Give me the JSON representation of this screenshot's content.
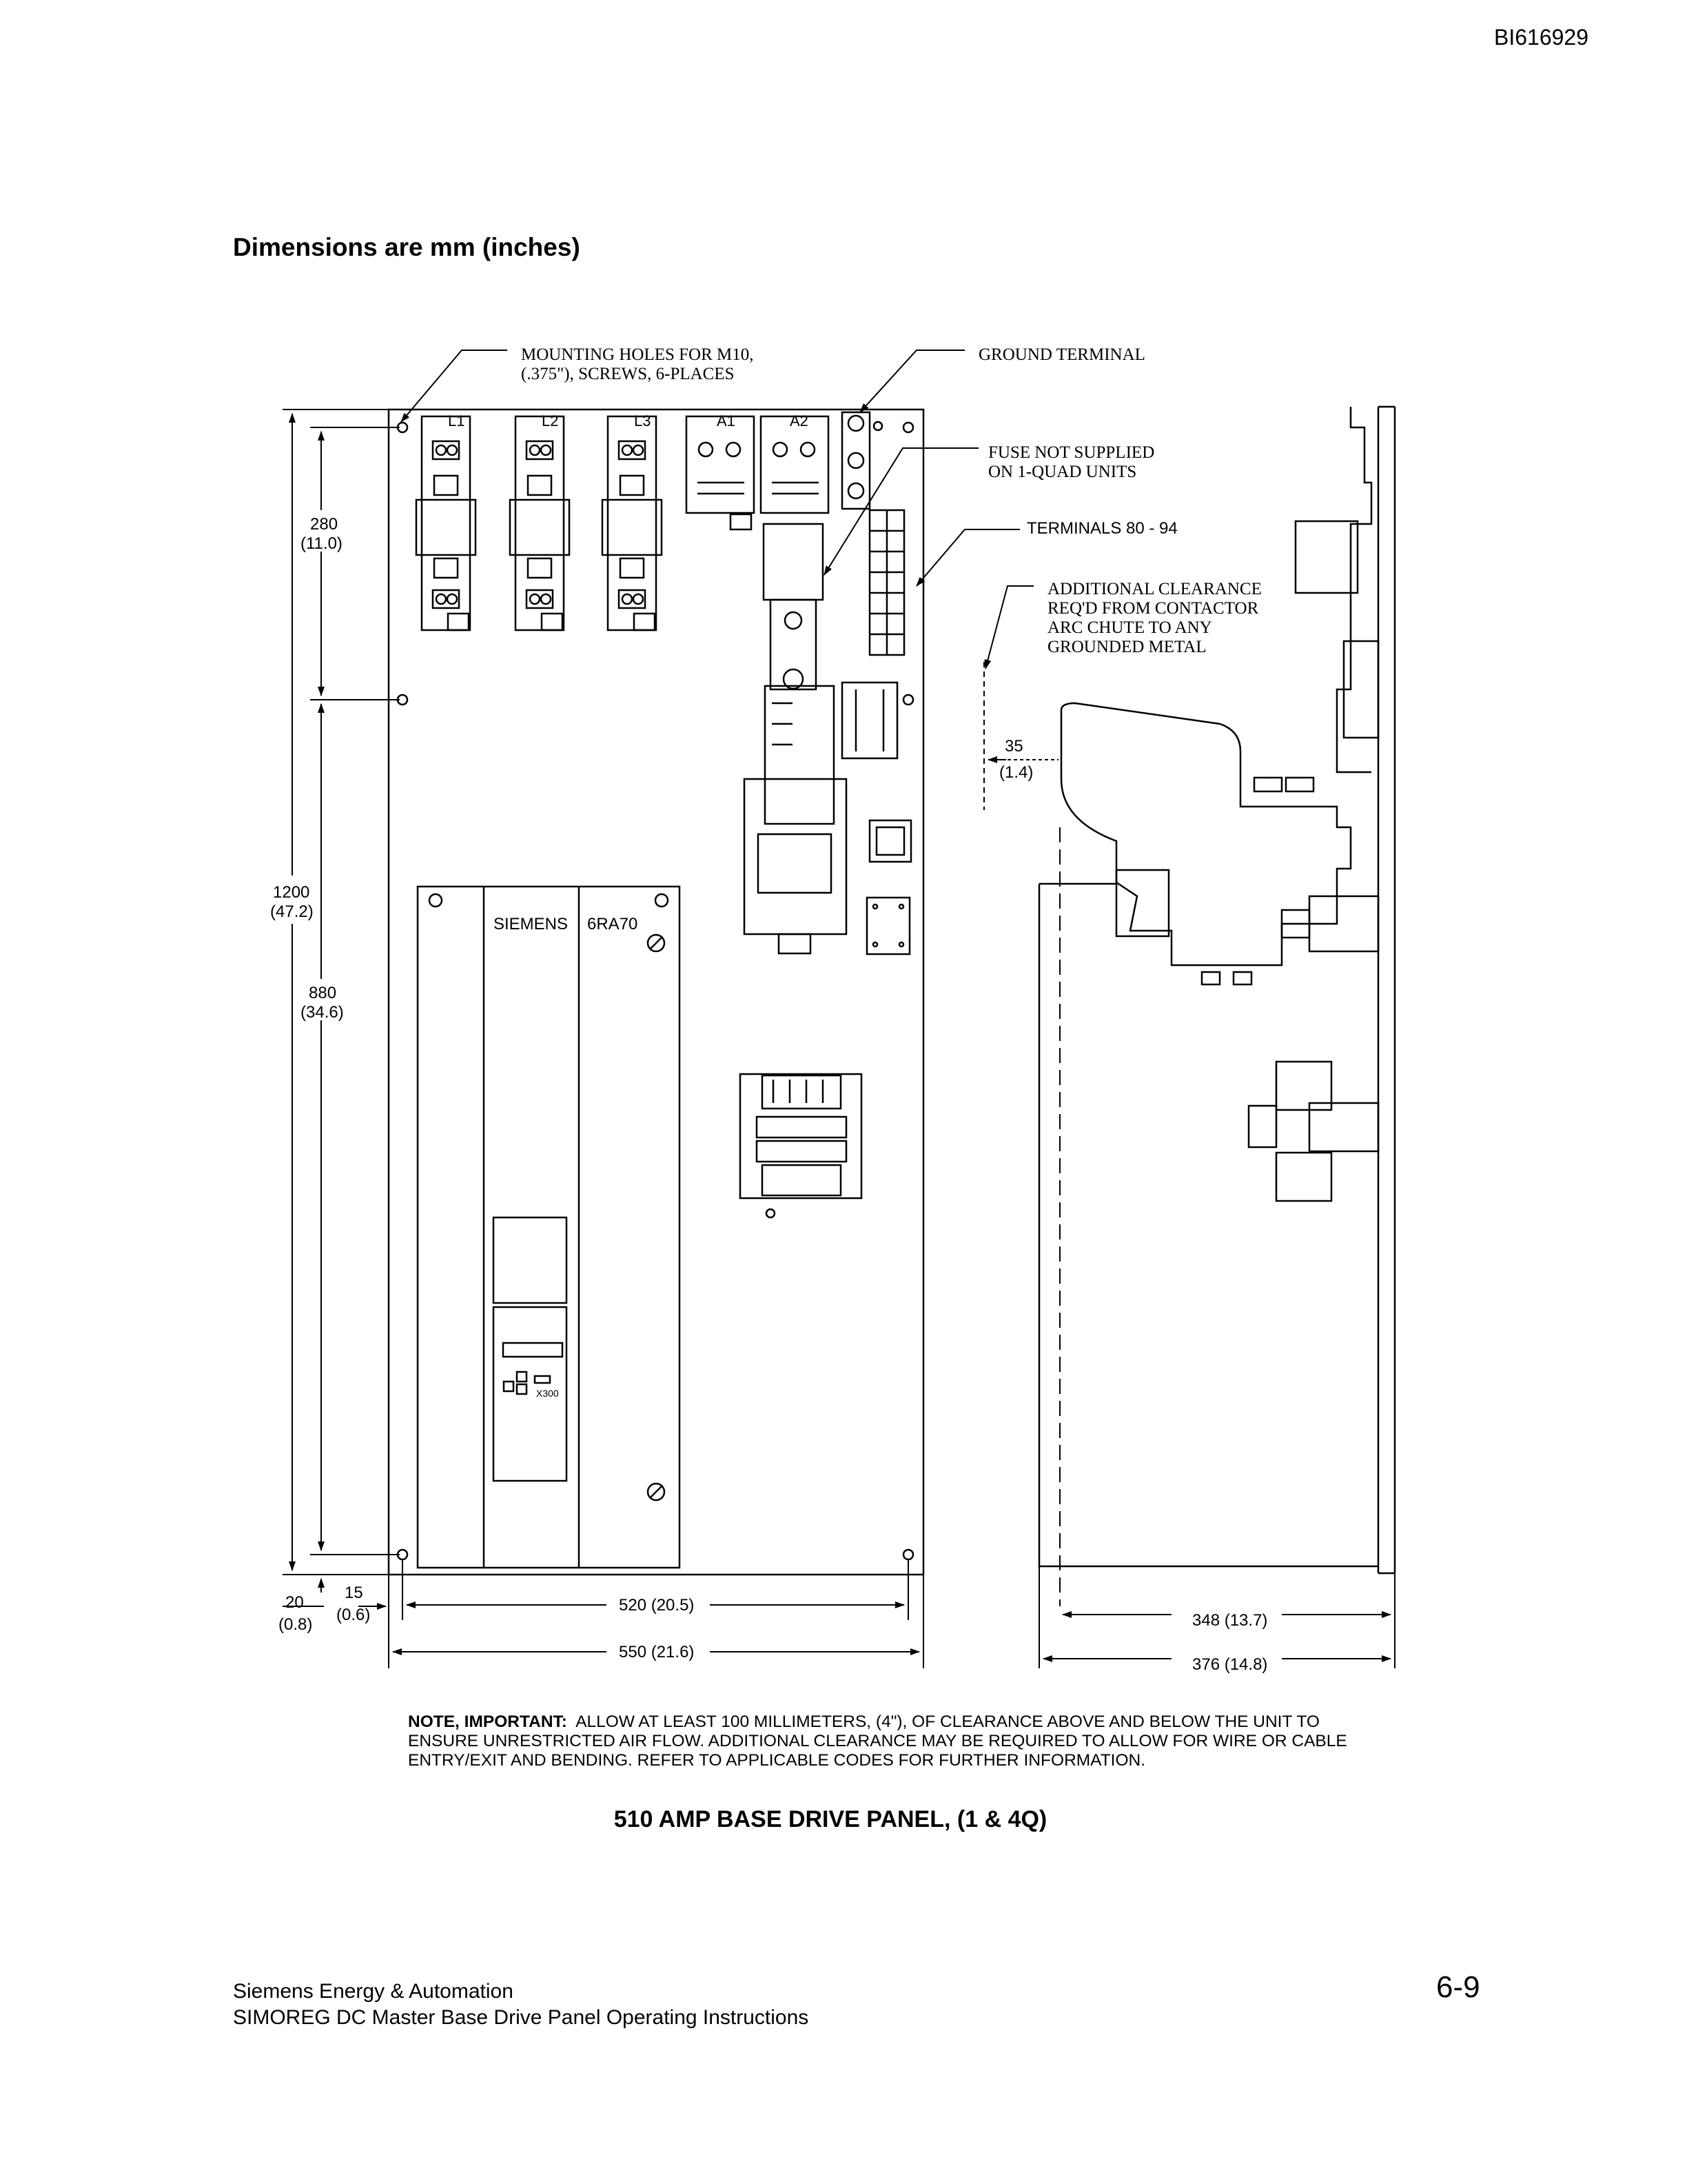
{
  "doc_id": "BI616929",
  "dimensions_title": "Dimensions are mm (inches)",
  "callouts": {
    "mounting_holes_1": "MOUNTING HOLES FOR M10,",
    "mounting_holes_2": "(.375\"), SCREWS, 6-PLACES",
    "ground_terminal": "GROUND TERMINAL",
    "fuse_1": "FUSE NOT SUPPLIED",
    "fuse_2": "ON 1-QUAD UNITS",
    "terminals": "TERMINALS 80 - 94",
    "clearance_1": "ADDITIONAL CLEARANCE",
    "clearance_2": "REQ'D FROM CONTACTOR",
    "clearance_3": "ARC CHUTE TO ANY",
    "clearance_4": "GROUNDED METAL"
  },
  "terminal_labels": [
    "L1",
    "L2",
    "L3",
    "A1",
    "A2"
  ],
  "unit": {
    "brand": "SIEMENS",
    "model": "6RA70",
    "port": "X300"
  },
  "dimensions": {
    "d280": "280",
    "d280_in": "(11.0)",
    "d1200": "1200",
    "d1200_in": "(47.2)",
    "d880": "880",
    "d880_in": "(34.6)",
    "d20": "20",
    "d20_in": "(0.8)",
    "d15": "15",
    "d15_in": "(0.6)",
    "d520": "520 (20.5)",
    "d550": "550 (21.6)",
    "d35": "35",
    "d35_in": "(1.4)",
    "d348": "348 (13.7)",
    "d376": "376 (14.8)"
  },
  "note": {
    "lead": "NOTE, IMPORTANT:",
    "text": "ALLOW AT LEAST 100 MILLIMETERS, (4\"), OF CLEARANCE ABOVE AND BELOW THE UNIT TO ENSURE UNRESTRICTED AIR FLOW.  ADDITIONAL CLEARANCE MAY BE REQUIRED TO ALLOW FOR WIRE OR CABLE ENTRY/EXIT AND BENDING.  REFER TO APPLICABLE CODES FOR FURTHER INFORMATION."
  },
  "caption": "510 AMP BASE DRIVE PANEL, (1 & 4Q)",
  "footer": {
    "company": "Siemens Energy & Automation",
    "doc": "SIMOREG DC Master Base Drive Panel   Operating Instructions",
    "page": "6-9"
  }
}
